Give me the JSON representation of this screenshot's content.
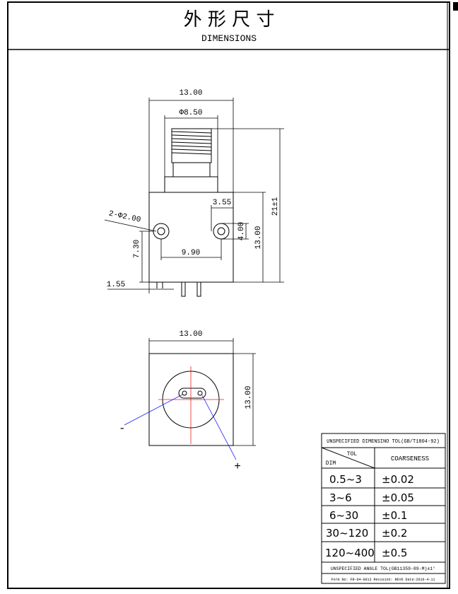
{
  "header": {
    "title_cn": "外 形 尺 寸",
    "title_en": "DIMENSIONS"
  },
  "side_view": {
    "dim_width": "13.00",
    "dim_thread": "Φ8.50",
    "dim_height_total": "21±1",
    "dim_body_height": "13.00",
    "dim_hole_offset": "3.55",
    "dim_hole_vertical": "4.00",
    "dim_hole_spacing": "9.90",
    "dim_hole_dia": "2-Φ2.00",
    "dim_left_height": "7.30",
    "dim_pin_offset": "1.55"
  },
  "bottom_view": {
    "dim_width": "13.00",
    "dim_height": "13.00",
    "minus_sign": "-",
    "plus_sign": "+"
  },
  "tolerance_table": {
    "title": "UNSPECIFIED DIMENSINO TOL(GB/T1804-92)",
    "header_tol": "TOL",
    "header_dim": "DIM",
    "header_class": "COARSENESS",
    "rows": [
      {
        "range": "0.5~3",
        "tol": "±0.02"
      },
      {
        "range": "3~6",
        "tol": "±0.05"
      },
      {
        "range": "6~30",
        "tol": "±0.1"
      },
      {
        "range": "30~120",
        "tol": "±0.2"
      },
      {
        "range": "120~400",
        "tol": "±0.5"
      }
    ],
    "angle_note": "UNSPECIFIED ANGLE TOL(GB11359-89-M)±1°",
    "form_note": "Form No: FR-04-0013 Revision: REV0 Date:2016-4-11"
  },
  "colors": {
    "line": "#000000",
    "centerline": "#e0201a",
    "leader": "#1a1aff"
  }
}
